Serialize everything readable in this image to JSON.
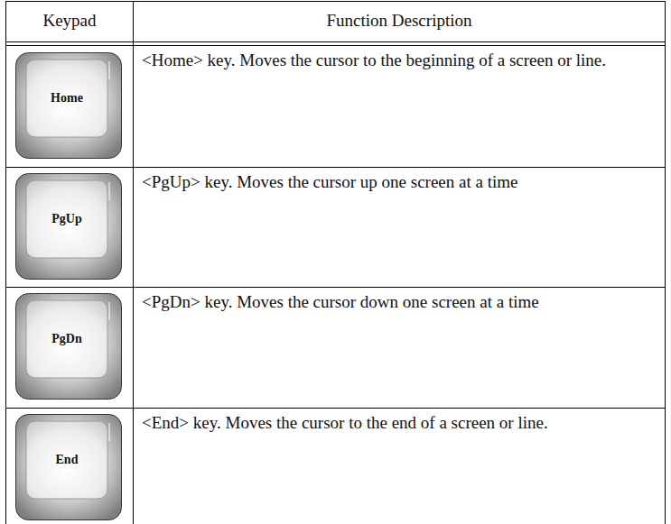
{
  "diagram": {
    "nodes": [
      {
        "text": [
          "Home"
        ]
      },
      {
        "text": [
          "PgUp"
        ]
      },
      {
        "text": [
          "PgDn"
        ]
      },
      {
        "text": [
          "End"
        ]
      }
    ],
    "labels": [
      "Keypad",
      "Function Description",
      "<Home> key. Moves the cursor to the beginning of a screen or line.",
      "<PgUp> key. Moves the cursor up one screen at a time",
      "<PgDn> key. Moves the cursor down one screen at a time",
      "<End> key. Moves the cursor to the end of a screen or line."
    ]
  }
}
